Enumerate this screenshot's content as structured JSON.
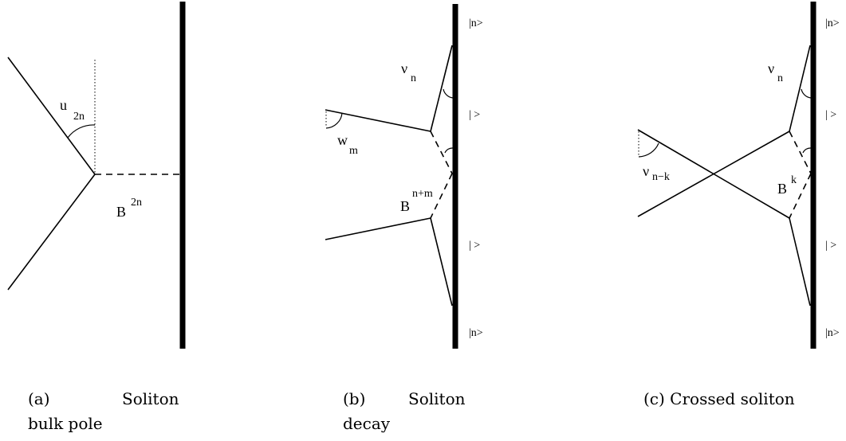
{
  "panel_a": {
    "angle_label": "u",
    "angle_sub": "2n",
    "bound_label": "B",
    "bound_sup": "2n",
    "caption_1": "(a)",
    "caption_2": "Soliton",
    "caption_3": "bulk pole"
  },
  "panel_b": {
    "rapidity_label": "ν",
    "rapidity_sub": "n",
    "incoming_label": "w",
    "incoming_sub": "m",
    "bound_label": "B",
    "bound_sup": "n+m",
    "ket_top": "|n>",
    "ket_mid1": "| >",
    "ket_mid2": "| >",
    "ket_bottom": "|n>",
    "caption_1": "(b)",
    "caption_2": "Soliton",
    "caption_3": "decay"
  },
  "panel_c": {
    "rapidity_label": "ν",
    "rapidity_sub": "n",
    "cross_label": "ν",
    "cross_sub": "n−k",
    "bound_label": "B",
    "bound_sup": "k",
    "ket_top": "|n>",
    "ket_mid1": "| >",
    "ket_mid2": "| >",
    "ket_bottom": "|n>",
    "caption": "(c) Crossed soliton"
  }
}
